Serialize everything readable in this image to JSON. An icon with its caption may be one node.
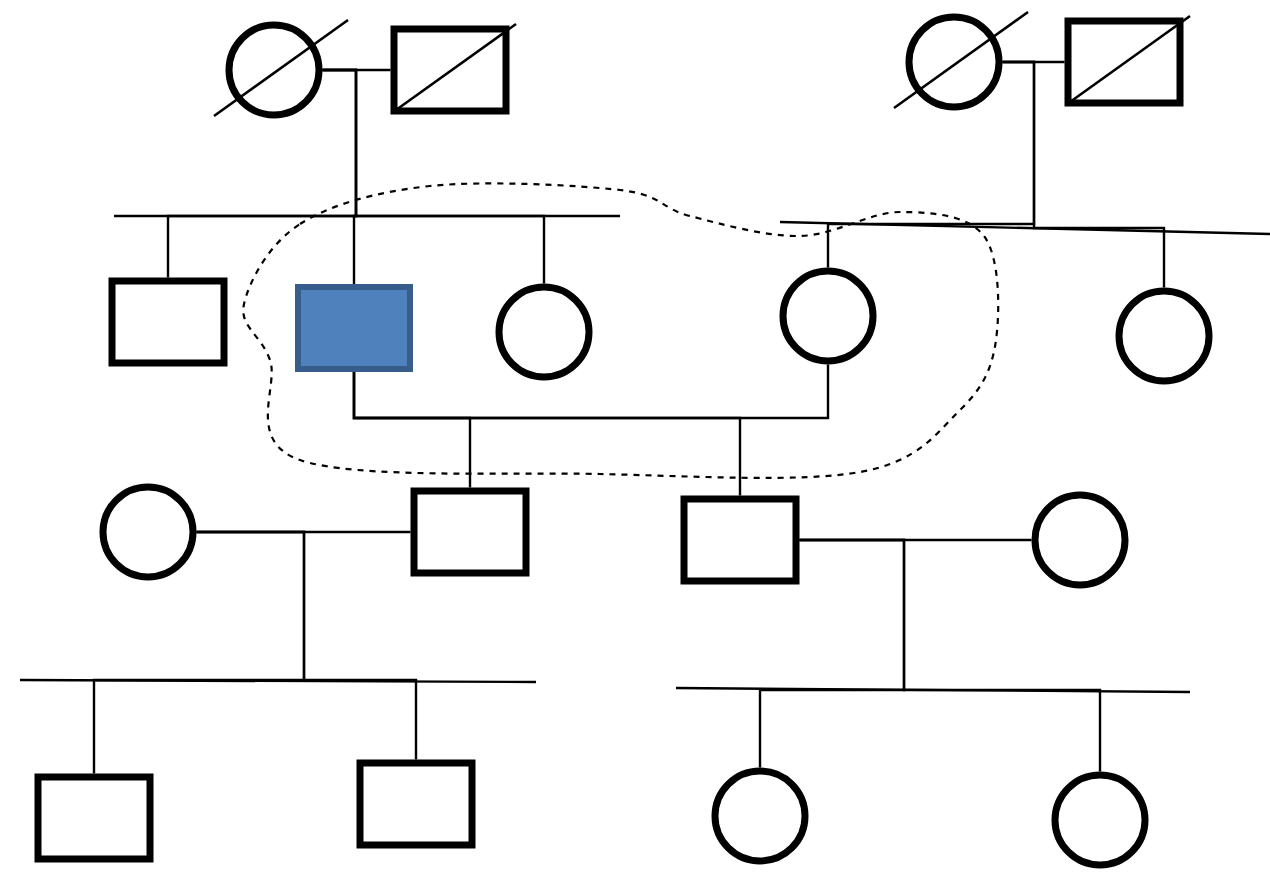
{
  "diagram": {
    "nodes": [
      {
        "text": [],
        "shape": "circle"
      },
      {
        "text": [],
        "shape": "box"
      },
      {
        "text": [],
        "shape": "circle"
      },
      {
        "text": [],
        "shape": "box"
      },
      {
        "text": [],
        "shape": "box"
      },
      {
        "text": [],
        "shape": "box"
      },
      {
        "text": [],
        "shape": "circle"
      },
      {
        "text": [],
        "shape": "circle"
      },
      {
        "text": [],
        "shape": "circle"
      },
      {
        "text": [],
        "shape": "circle"
      },
      {
        "text": [],
        "shape": "box"
      },
      {
        "text": [],
        "shape": "box"
      },
      {
        "text": [],
        "shape": "circle"
      },
      {
        "text": [],
        "shape": "box"
      },
      {
        "text": [],
        "shape": "box"
      },
      {
        "text": [],
        "shape": "circle"
      },
      {
        "text": [],
        "shape": "circle"
      }
    ],
    "edges": [
      {
        "from": 0,
        "to": 1,
        "arrow": "none"
      },
      {
        "from": 0,
        "to": 4,
        "arrow": "none"
      },
      {
        "from": 0,
        "to": 5,
        "arrow": "none"
      },
      {
        "from": 0,
        "to": 6,
        "arrow": "none"
      },
      {
        "from": 2,
        "to": 3,
        "arrow": "none"
      },
      {
        "from": 2,
        "to": 7,
        "arrow": "none"
      },
      {
        "from": 2,
        "to": 8,
        "arrow": "none"
      },
      {
        "from": 5,
        "to": 7,
        "arrow": "none"
      },
      {
        "from": 5,
        "to": 10,
        "arrow": "none"
      },
      {
        "from": 5,
        "to": 11,
        "arrow": "none"
      },
      {
        "from": 9,
        "to": 10,
        "arrow": "none"
      },
      {
        "from": 9,
        "to": 13,
        "arrow": "none"
      },
      {
        "from": 9,
        "to": 14,
        "arrow": "none"
      },
      {
        "from": 11,
        "to": 12,
        "arrow": "none"
      },
      {
        "from": 11,
        "to": 15,
        "arrow": "none"
      },
      {
        "from": 11,
        "to": 16,
        "arrow": "none"
      }
    ]
  }
}
